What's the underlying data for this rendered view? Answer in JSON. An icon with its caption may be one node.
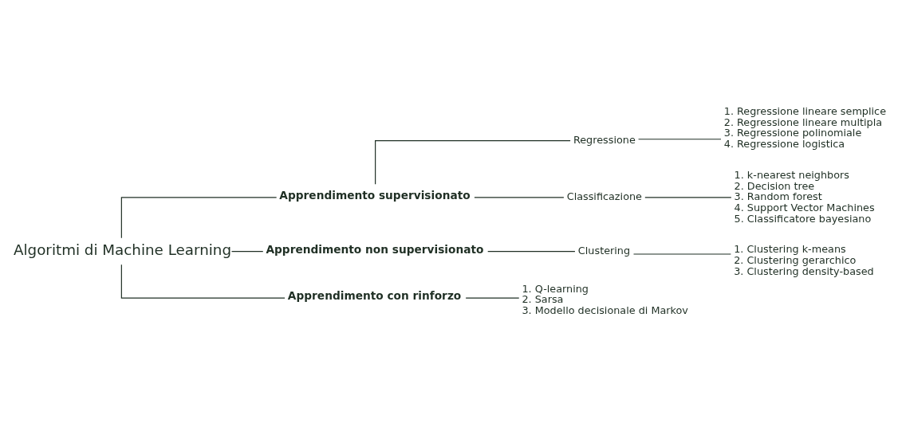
{
  "diagram": {
    "nodes": [
      {
        "text": [
          "Algoritmi di Machine Learning"
        ]
      },
      {
        "text": [
          "Apprendimento supervisionato"
        ]
      },
      {
        "text": [
          "Apprendimento non supervisionato"
        ]
      },
      {
        "text": [
          "Apprendimento con rinforzo"
        ]
      },
      {
        "text": [
          "Regressione"
        ]
      },
      {
        "text": [
          "Classificazione"
        ]
      },
      {
        "text": [
          "Clustering"
        ]
      },
      {
        "text": [
          "1. Regressione lineare semplice",
          "2. Regressione lineare multipla",
          "3. Regressione polinomiale",
          "4. Regressione logistica"
        ]
      },
      {
        "text": [
          "1. k-nearest neighbors",
          "2. Decision tree",
          "3. Random forest",
          "4. Support Vector Machines",
          "5. Classificatore bayesiano"
        ]
      },
      {
        "text": [
          "1. Clustering k-means",
          "2. Clustering gerarchico",
          "3. Clustering density-based"
        ]
      },
      {
        "text": [
          "1. Q-learning",
          "2. Sarsa",
          "3. Modello decisionale di Markov"
        ]
      }
    ],
    "edges": [
      {
        "from": 0,
        "to": 1,
        "arrow": "none"
      },
      {
        "from": 0,
        "to": 2,
        "arrow": "none"
      },
      {
        "from": 0,
        "to": 3,
        "arrow": "none"
      },
      {
        "from": 1,
        "to": 4,
        "arrow": "none"
      },
      {
        "from": 1,
        "to": 5,
        "arrow": "none"
      },
      {
        "from": 4,
        "to": 7,
        "arrow": "none"
      },
      {
        "from": 5,
        "to": 8,
        "arrow": "none"
      },
      {
        "from": 2,
        "to": 6,
        "arrow": "none"
      },
      {
        "from": 6,
        "to": 9,
        "arrow": "none"
      },
      {
        "from": 3,
        "to": 10,
        "arrow": "none"
      }
    ]
  }
}
